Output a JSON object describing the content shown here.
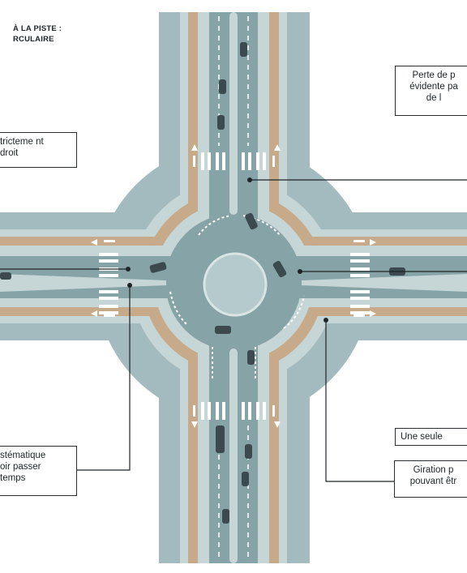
{
  "labels": {
    "top_left_line1": "À LA PISTE :",
    "top_left_line2": "RCULAIRE",
    "left_box_line1": "tricteme nt",
    "left_box_line2": "droit",
    "right_top_line1": "Perte de p",
    "right_top_line2": "évidente pa",
    "right_top_line3": "de l",
    "bottom_left_line1": "stématique",
    "bottom_left_line2": "oir passer",
    "bottom_left_line3": "temps",
    "right_mid": "Une seule",
    "right_bottom_line1": "Giration p",
    "right_bottom_line2": "pouvant êtr"
  },
  "colors": {
    "ground": "#9fb8bb",
    "road": "#8aa7ab",
    "sidewalk": "#c8d6d6",
    "bike_path": "#c7ab8a",
    "marking": "#ffffff",
    "leader": "#1e2427"
  }
}
